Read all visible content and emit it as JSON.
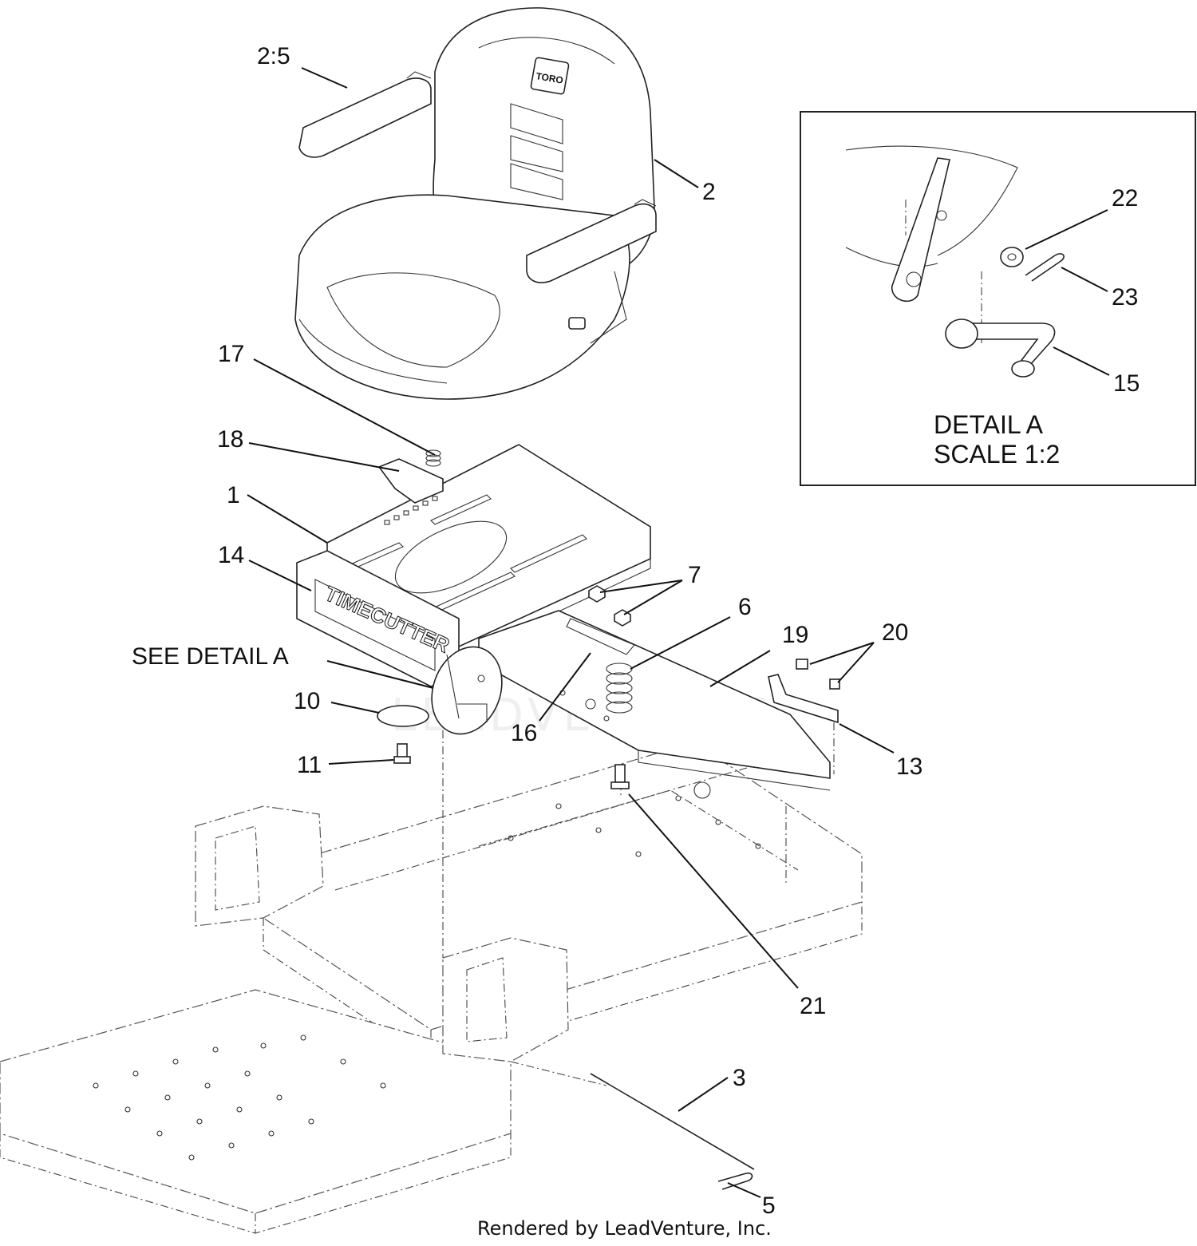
{
  "callouts": {
    "c2_5": "2:5",
    "c2": "2",
    "c17": "17",
    "c18": "18",
    "c1": "1",
    "c14": "14",
    "c7": "7",
    "c6": "6",
    "c19": "19",
    "c20": "20",
    "c16": "16",
    "c10": "10",
    "c11": "11",
    "c13": "13",
    "c21": "21",
    "c3": "3",
    "c5": "5",
    "c22": "22",
    "c23": "23",
    "c15": "15",
    "see_detail": "SEE DETAIL  A"
  },
  "detail": {
    "title": "DETAIL  A",
    "scale": "SCALE  1:2"
  },
  "seat_badge": "TORO",
  "panel_decal": "TIMECUTTER",
  "watermark": "LEADVENTURE",
  "footer": "Rendered by LeadVenture, Inc."
}
